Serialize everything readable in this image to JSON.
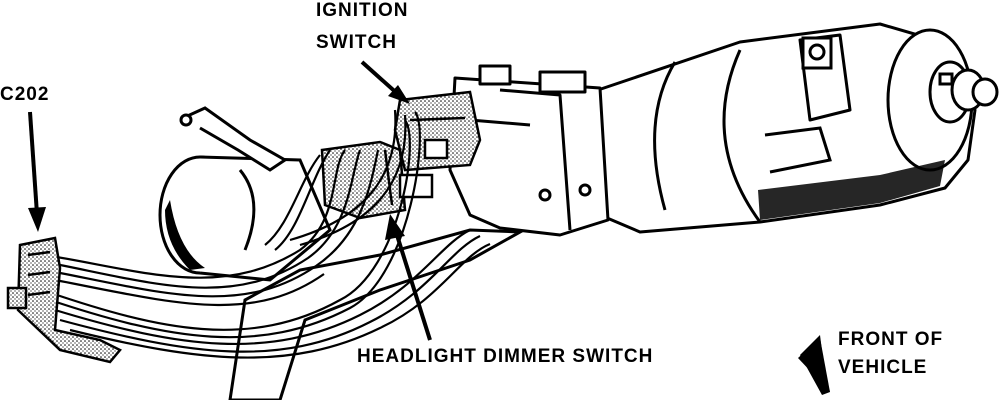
{
  "labels": {
    "ignition_line1": "IGNITION",
    "ignition_line2": "SWITCH",
    "connector": "C202",
    "headlight_dimmer": "HEADLIGHT DIMMER SWITCH",
    "front_line1": "FRONT OF",
    "front_line2": "VEHICLE"
  },
  "colors": {
    "ink": "#000000",
    "paper": "#ffffff",
    "stipple": "#9a9a9a"
  }
}
